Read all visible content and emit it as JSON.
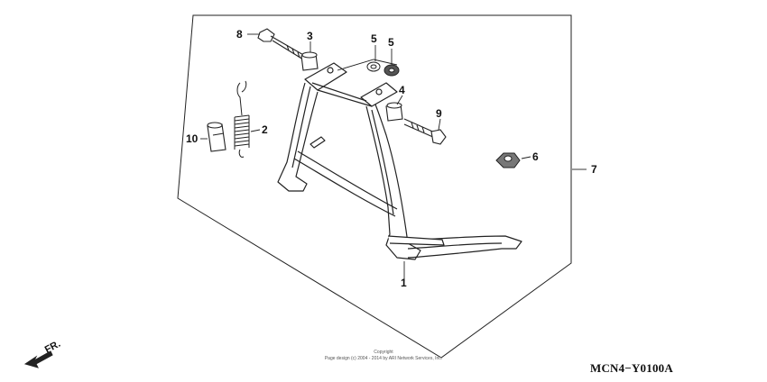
{
  "diagram": {
    "callouts": [
      "1",
      "2",
      "3",
      "4",
      "5",
      "5",
      "6",
      "7",
      "8",
      "9",
      "10"
    ],
    "direction_label": "FR.",
    "copyright_line1": "Copyright",
    "copyright_line2": "Page design (c) 2004 - 2014 by ARI Network Services, Inc.",
    "diagram_code": "MCN4−Y0100A"
  }
}
